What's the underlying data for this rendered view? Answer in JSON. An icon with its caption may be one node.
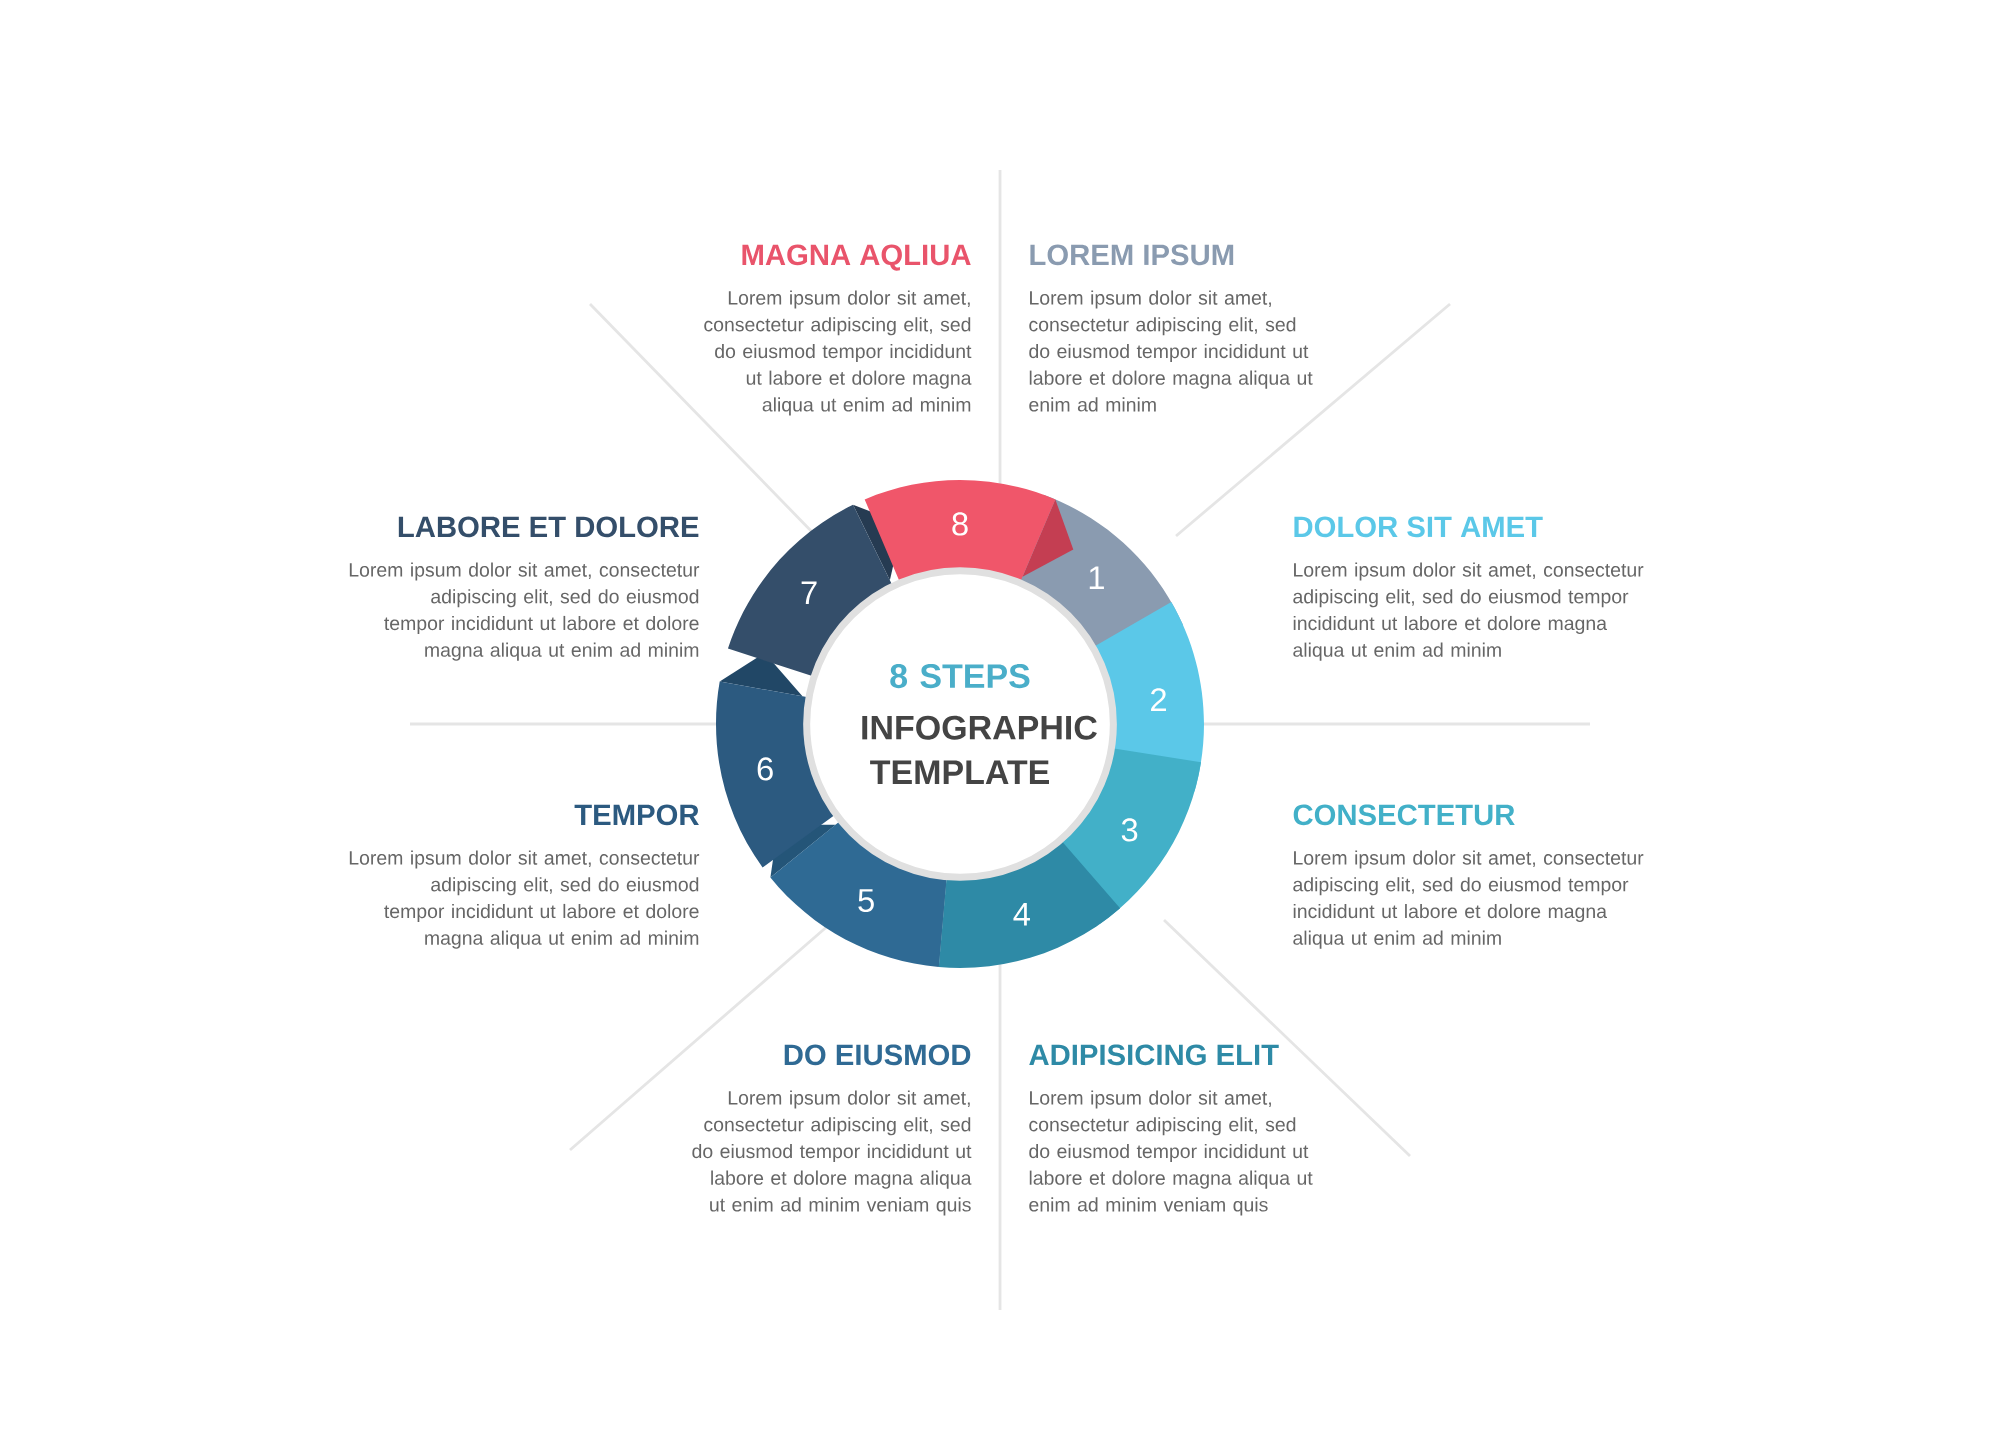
{
  "diagram": {
    "nodes": [
      {
        "text": [
          "8 STEPS",
          "INFOGRAPHIC TEMPLATE"
        ]
      },
      {
        "text": [
          "1"
        ]
      },
      {
        "text": [
          "2"
        ]
      },
      {
        "text": [
          "3"
        ]
      },
      {
        "text": [
          "4"
        ]
      },
      {
        "text": [
          "5"
        ]
      },
      {
        "text": [
          "6"
        ]
      },
      {
        "text": [
          "7"
        ]
      },
      {
        "text": [
          "8"
        ]
      }
    ],
    "labels": [
      "MAGNA AQLIUA",
      "Lorem ipsum dolor sit amet, consectetur adipiscing elit, sed do eiusmod tempor incididunt ut labore et dolore magna aliqua ut enim ad minim",
      "LOREM IPSUM",
      "Lorem ipsum dolor sit amet, consectetur adipiscing elit, sed do eiusmod tempor incididunt ut labore et dolore magna aliqua ut enim ad minim",
      "LABORE ET DOLORE",
      "Lorem ipsum dolor sit amet, consectetur adipiscing elit, sed do eiusmod tempor incididunt ut labore et dolore magna aliqua ut enim ad minim",
      "DOLOR SIT AMET",
      "Lorem ipsum dolor sit amet, consectetur adipiscing elit, sed do eiusmod tempor incididunt ut labore et dolore magna aliqua ut enim ad minim",
      "TEMPOR",
      "Lorem ipsum dolor sit amet, consectetur adipiscing elit, sed do eiusmod tempor incididunt ut labore et dolore magna aliqua ut enim ad minim",
      "CONSECTETUR",
      "Lorem ipsum dolor sit amet, consectetur adipiscing elit, sed do eiusmod tempor incididunt ut labore et dolore magna aliqua ut enim ad minim",
      "DO EIUSMOD",
      "Lorem ipsum dolor sit amet, consectetur adipiscing elit, sed do eiusmod tempor incididunt ut labore et dolore magna aliqua ut enim ad minim veniam quis",
      "ADIPISICING ELIT",
      "Lorem ipsum dolor sit amet, consectetur adipiscing elit, sed do eiusmod tempor incididunt ut labore et dolore magna aliqua ut enim ad minim veniam quis"
    ]
  }
}
